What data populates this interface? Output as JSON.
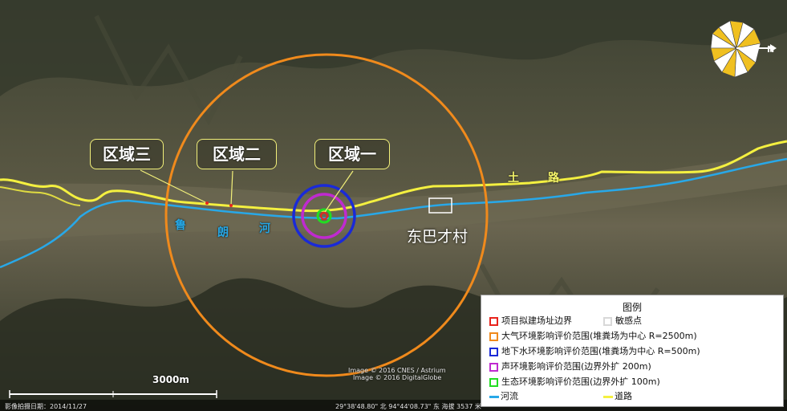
{
  "callouts": {
    "zone3": "区域三",
    "zone2": "区域二",
    "zone1": "区域一"
  },
  "labels": {
    "river_chars": [
      "鲁",
      "朗",
      "河"
    ],
    "road_chars": [
      "土",
      "路"
    ],
    "village": "东巴才村"
  },
  "scale": {
    "text": "3000m"
  },
  "compass": {
    "north_letter": "N"
  },
  "credits": {
    "line1": "Image © 2016 CNES / Astrium",
    "line2": "Image © 2016 DigitalGlobe",
    "date": "影像拍摄日期：2014/11/27",
    "coords": "29°38'48.80\" 北  94°44'08.73\" 东  海拔 3537 米"
  },
  "legend": {
    "title": "图例",
    "items": [
      {
        "label": "项目拟建场址边界",
        "color": "#e8231c"
      },
      {
        "label": "敏感点",
        "color": "#d8d8d8"
      },
      {
        "label": "大气环境影响评价范围(堆粪场为中心 R=2500m)",
        "color": "#f08a1c"
      },
      {
        "label": "地下水环境影响评价范围(堆粪场为中心 R=500m)",
        "color": "#1a2ad8"
      },
      {
        "label": "声环境影响评价范围(边界外扩 200m)",
        "color": "#c02ad0"
      },
      {
        "label": "生态环境影响评价范围(边界外扩 100m)",
        "color": "#22dd22"
      },
      {
        "label": "河流",
        "color": "#28a8e8"
      },
      {
        "label": "道路",
        "color": "#f4f040"
      }
    ]
  }
}
